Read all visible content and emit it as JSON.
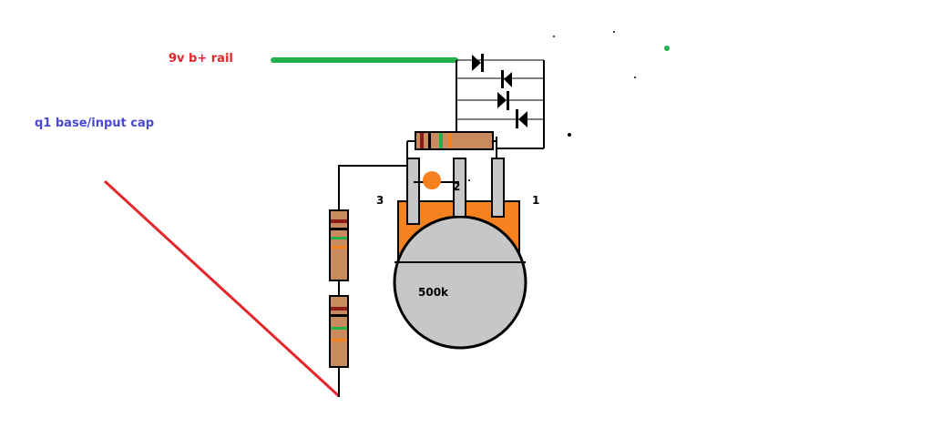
{
  "labels": {
    "rail": "9v b+ rail",
    "input": "q1 base/input cap",
    "pot_value": "500k",
    "pin1": "1",
    "pin2": "2",
    "pin3": "3"
  },
  "colors": {
    "rail_wire": "#22b04a",
    "input_wire": "#e5262b",
    "rail_label": "#e5262b",
    "input_label": "#4a4ad0",
    "pot_body": "#f5821f",
    "pot_dial": "#c7c7c7",
    "pot_lug": "#c7c7c7",
    "resistor_body": "#c98a5e",
    "wiper_dot": "#f5821f",
    "outline": "#000000"
  },
  "icons": {
    "diode": "diode-icon",
    "resistor": "resistor-icon",
    "potentiometer": "potentiometer-icon"
  }
}
